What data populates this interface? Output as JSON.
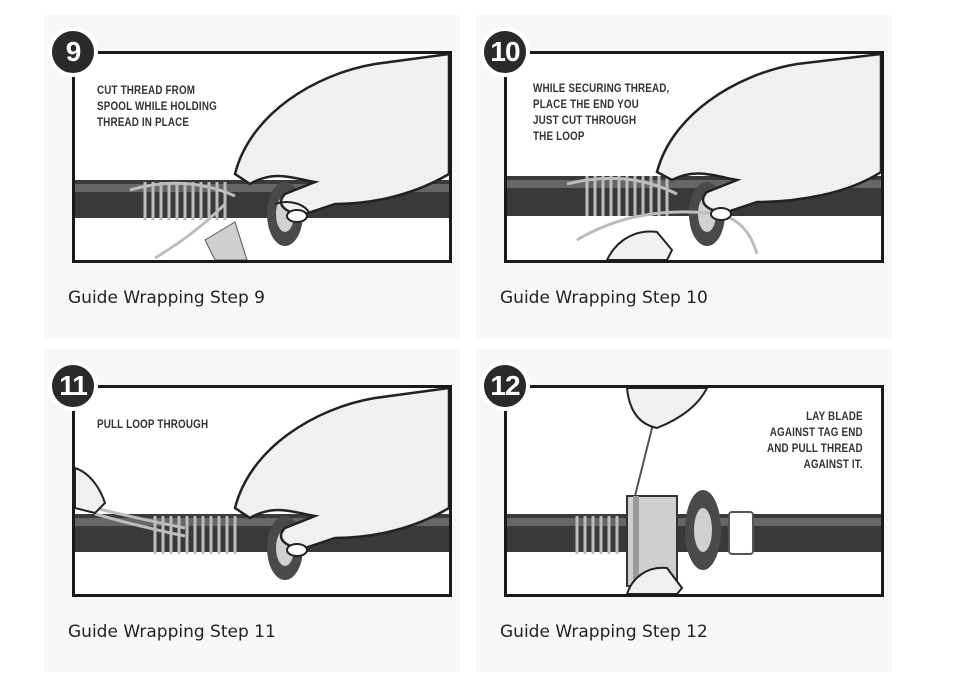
{
  "steps": [
    {
      "number": "9",
      "instruction": "CUT THREAD FROM\nSPOOL WHILE HOLDING\nTHREAD IN PLACE",
      "caption": "Guide Wrapping Step 9"
    },
    {
      "number": "10",
      "instruction": "WHILE SECURING THREAD,\nPLACE THE END YOU\nJUST CUT THROUGH\nTHE LOOP",
      "caption": "Guide Wrapping Step 10"
    },
    {
      "number": "11",
      "instruction": "PULL LOOP THROUGH",
      "caption": "Guide Wrapping Step 11"
    },
    {
      "number": "12",
      "instruction": "LAY BLADE\nAGAINST TAG END\nAND PULL THREAD\nAGAINST IT.",
      "caption": "Guide Wrapping Step 12"
    }
  ]
}
